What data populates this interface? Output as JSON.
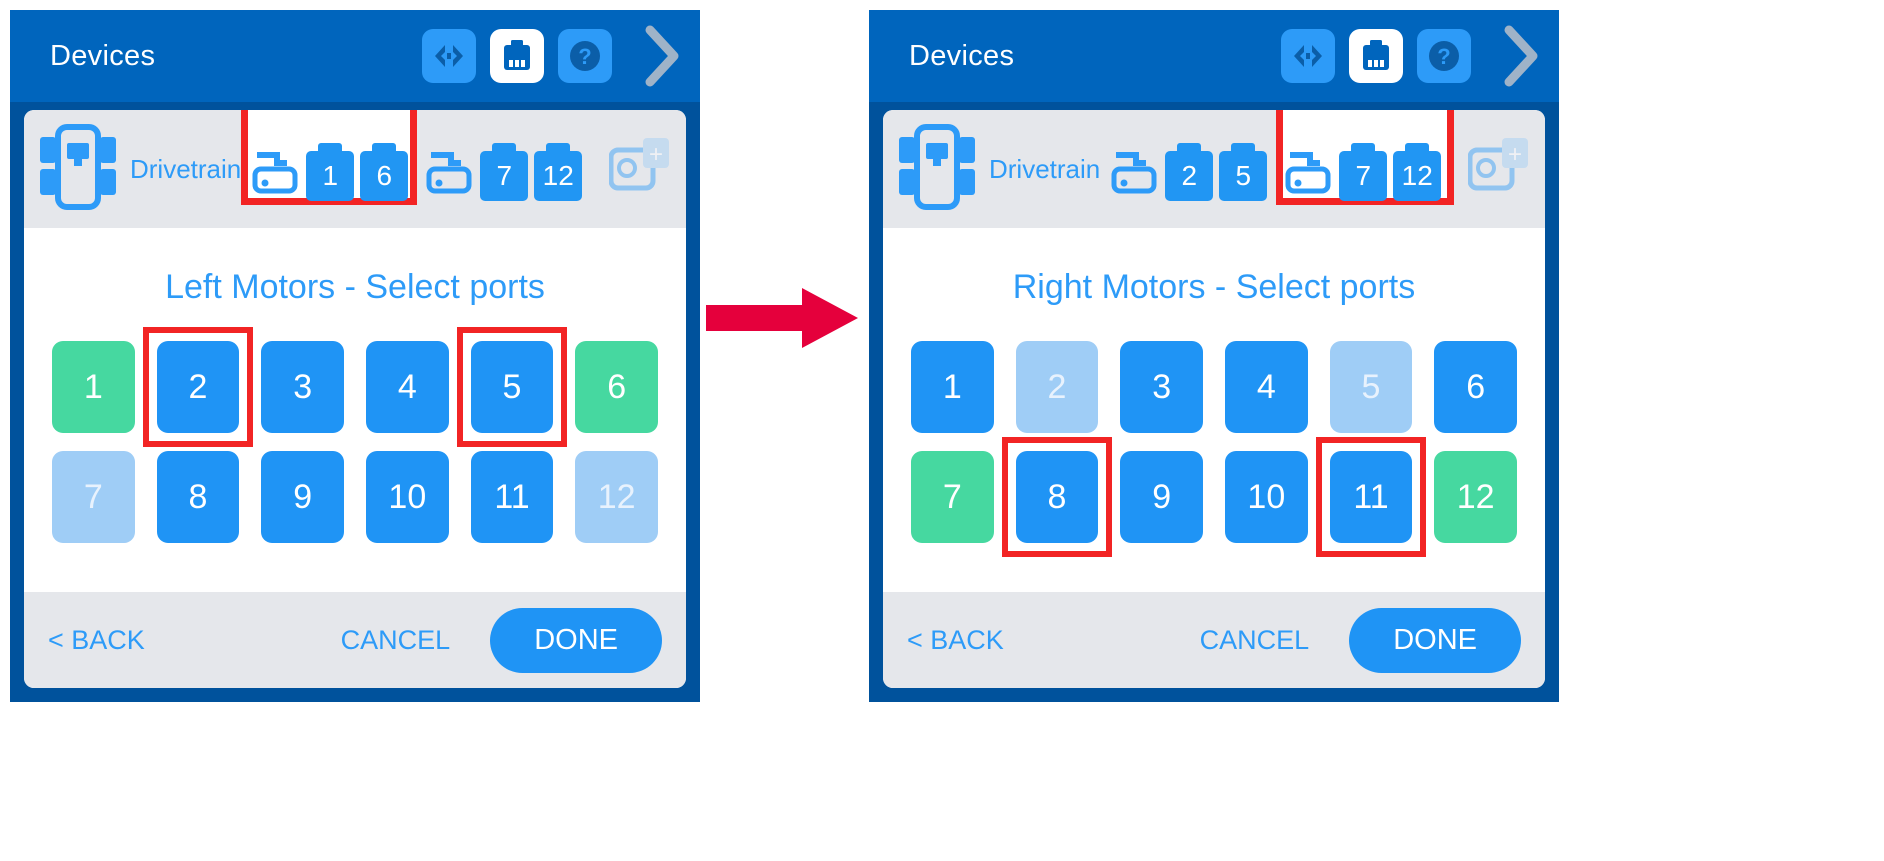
{
  "screens": [
    {
      "id": "left-motors",
      "titlebar": {
        "title": "Devices",
        "icons": [
          "code-icon",
          "brain-device-icon",
          "help-icon",
          "chevron-right-icon"
        ]
      },
      "device_row": {
        "label": "Drivetrain",
        "device_icon": "brain-device-icon",
        "motor_groups": [
          {
            "name": "left-motors-group",
            "ports": [
              "1",
              "6"
            ],
            "highlighted": true
          },
          {
            "name": "right-motors-group",
            "ports": [
              "7",
              "12"
            ],
            "highlighted": false
          }
        ],
        "add_button": {
          "name": "add-device-button",
          "label": "+"
        }
      },
      "prompt": "Left Motors - Select ports",
      "ports": [
        {
          "label": "1",
          "state": "used"
        },
        {
          "label": "2",
          "state": "available",
          "annotated": true
        },
        {
          "label": "3",
          "state": "available"
        },
        {
          "label": "4",
          "state": "available"
        },
        {
          "label": "5",
          "state": "available",
          "annotated": true
        },
        {
          "label": "6",
          "state": "used"
        },
        {
          "label": "7",
          "state": "disabled"
        },
        {
          "label": "8",
          "state": "available"
        },
        {
          "label": "9",
          "state": "available"
        },
        {
          "label": "10",
          "state": "available"
        },
        {
          "label": "11",
          "state": "available"
        },
        {
          "label": "12",
          "state": "disabled"
        }
      ],
      "footer": {
        "back": "< BACK",
        "cancel": "CANCEL",
        "done": "DONE"
      }
    },
    {
      "id": "right-motors",
      "titlebar": {
        "title": "Devices",
        "icons": [
          "code-icon",
          "brain-device-icon",
          "help-icon",
          "chevron-right-icon"
        ]
      },
      "device_row": {
        "label": "Drivetrain",
        "device_icon": "brain-device-icon",
        "motor_groups": [
          {
            "name": "left-motors-group",
            "ports": [
              "2",
              "5"
            ],
            "highlighted": false
          },
          {
            "name": "right-motors-group",
            "ports": [
              "7",
              "12"
            ],
            "highlighted": true
          }
        ],
        "add_button": {
          "name": "add-device-button",
          "label": "+"
        }
      },
      "prompt": "Right Motors - Select ports",
      "ports": [
        {
          "label": "1",
          "state": "available"
        },
        {
          "label": "2",
          "state": "disabled"
        },
        {
          "label": "3",
          "state": "available"
        },
        {
          "label": "4",
          "state": "available"
        },
        {
          "label": "5",
          "state": "disabled"
        },
        {
          "label": "6",
          "state": "available"
        },
        {
          "label": "7",
          "state": "used"
        },
        {
          "label": "8",
          "state": "available",
          "annotated": true
        },
        {
          "label": "9",
          "state": "available"
        },
        {
          "label": "10",
          "state": "available"
        },
        {
          "label": "11",
          "state": "available",
          "annotated": true
        },
        {
          "label": "12",
          "state": "used"
        }
      ],
      "footer": {
        "back": "< BACK",
        "cancel": "CANCEL",
        "done": "DONE"
      }
    }
  ],
  "transition_arrow": {
    "name": "flow-arrow-icon",
    "color": "#e5003c"
  },
  "colors": {
    "titlebar": "#0065bd",
    "panel_border": "#00529c",
    "accent_blue": "#1f94f5",
    "icon_blue": "#2d9bf8",
    "used_green": "#46d8a0",
    "disabled_blue": "#9fcdf6",
    "annotation_red": "#f22424",
    "row_grey": "#e5e7eb"
  }
}
